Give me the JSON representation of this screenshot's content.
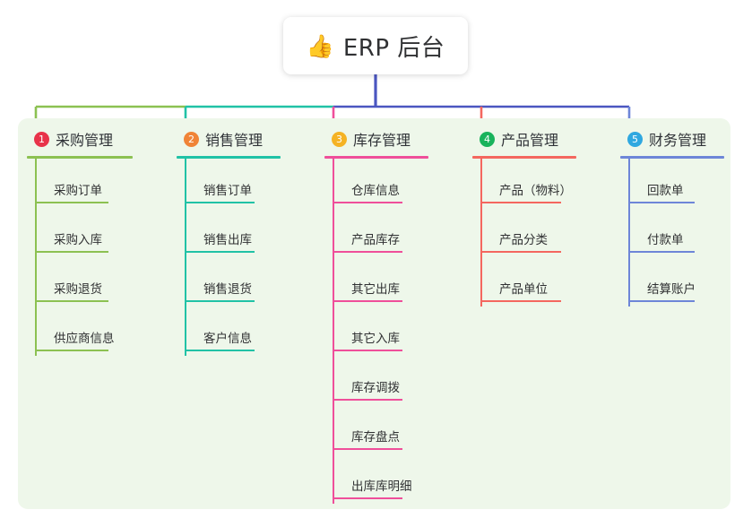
{
  "diagram": {
    "root": {
      "emoji": "👍",
      "icon_name": "thumbs-up-icon",
      "label": "ERP 后台"
    },
    "panel_color": "#eef7ea",
    "trunk_color": "#4b56c0",
    "columns": [
      {
        "index": "1",
        "badge_color": "#e8334a",
        "line_color": "#8cc152",
        "title": "采购管理",
        "items": [
          "采购订单",
          "采购入库",
          "采购退货",
          "供应商信息"
        ]
      },
      {
        "index": "2",
        "badge_color": "#f08437",
        "line_color": "#21c2a6",
        "title": "销售管理",
        "items": [
          "销售订单",
          "销售出库",
          "销售退货",
          "客户信息"
        ]
      },
      {
        "index": "3",
        "badge_color": "#f5b324",
        "line_color": "#ef4f9a",
        "title": "库存管理",
        "items": [
          "仓库信息",
          "产品库存",
          "其它出库",
          "其它入库",
          "库存调拨",
          "库存盘点",
          "出库库明细"
        ]
      },
      {
        "index": "4",
        "badge_color": "#19b35c",
        "line_color": "#f4675f",
        "title": "产品管理",
        "items": [
          "产品（物料）",
          "产品分类",
          "产品单位"
        ]
      },
      {
        "index": "5",
        "badge_color": "#2fa8e0",
        "line_color": "#6e86d8",
        "title": "财务管理",
        "items": [
          "回款单",
          "付款单",
          "结算账户"
        ]
      }
    ]
  }
}
